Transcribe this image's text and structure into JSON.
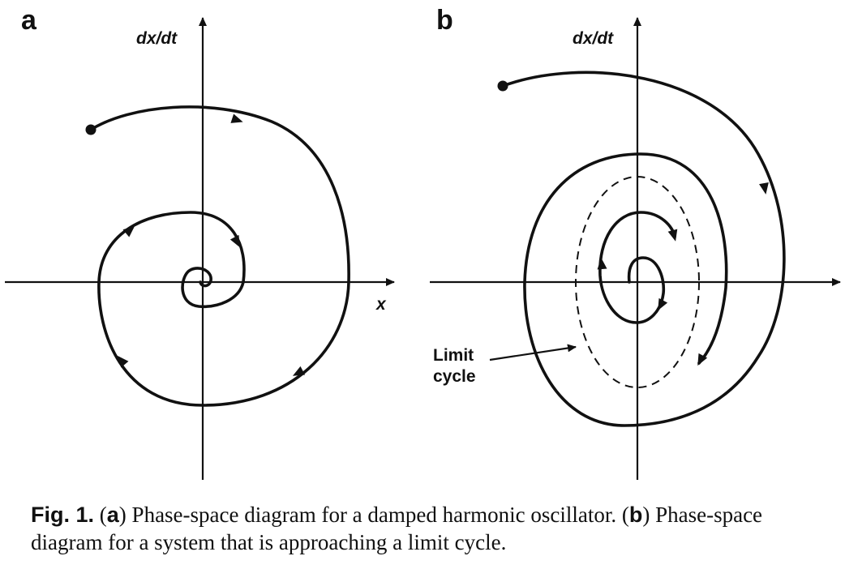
{
  "panels": {
    "a": {
      "letter": "a",
      "y_axis_label": "dx/dt",
      "x_axis_label": "x"
    },
    "b": {
      "letter": "b",
      "y_axis_label": "dx/dt",
      "limit_cycle_label_line1": "Limit",
      "limit_cycle_label_line2": "cycle"
    }
  },
  "caption": {
    "fig_label": "Fig. 1.",
    "part_a_letter": "a",
    "part_a_text": "Phase-space diagram for a damped harmonic oscillator.",
    "part_b_letter": "b",
    "part_b_text": "Phase-space diagram for a system that is approaching a limit cycle."
  }
}
